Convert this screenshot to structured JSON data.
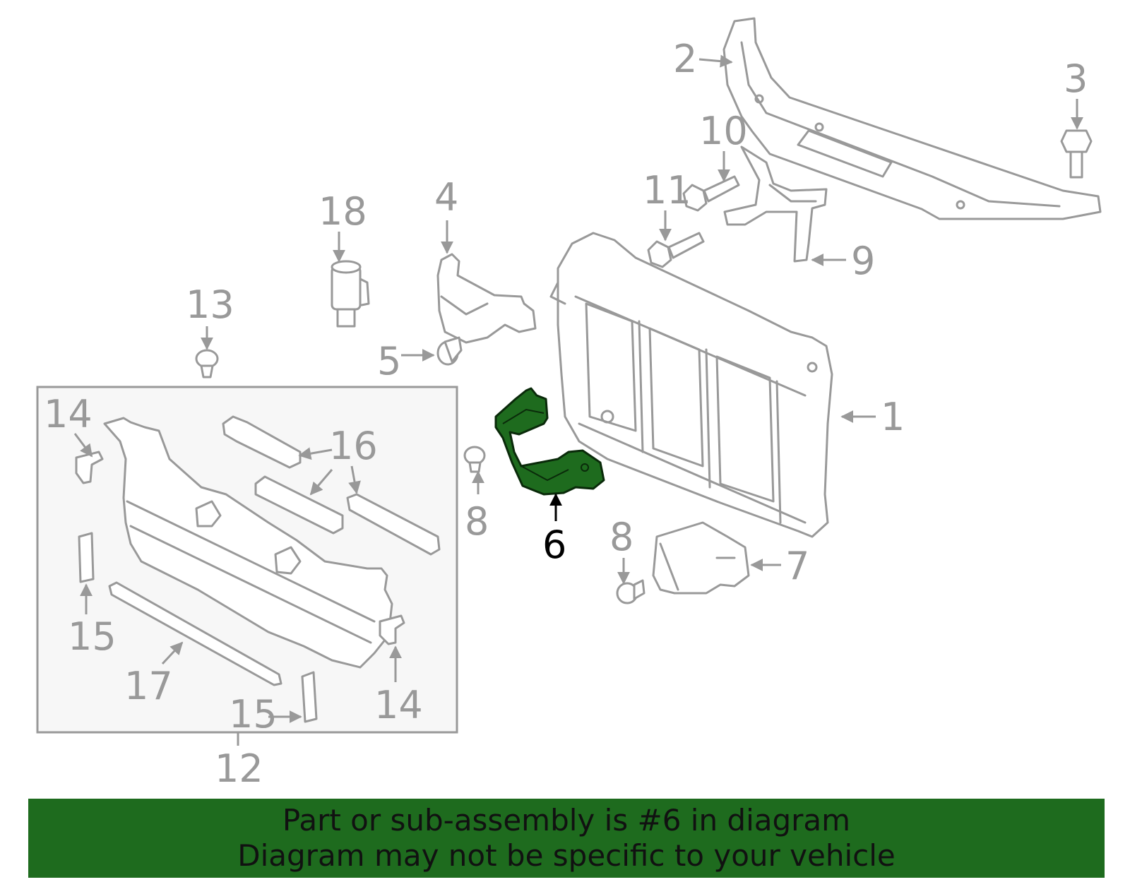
{
  "callouts": {
    "c1": "1",
    "c2": "2",
    "c3": "3",
    "c4": "4",
    "c5": "5",
    "c6": "6",
    "c7": "7",
    "c8a": "8",
    "c8b": "8",
    "c9": "9",
    "c10": "10",
    "c11": "11",
    "c12": "12",
    "c13": "13",
    "c14a": "14",
    "c14b": "14",
    "c15a": "15",
    "c15b": "15",
    "c16": "16",
    "c17": "17",
    "c18": "18"
  },
  "highlighted_part": "6",
  "colors": {
    "highlight_fill": "#1e6b1e",
    "banner_background": "#1e6b1e",
    "outline": "#999999",
    "subassembly_box_fill": "#f7f7f7"
  },
  "banner": {
    "line1": "Part or sub-assembly is #6 in diagram",
    "line2": "Diagram may not be specific to your vehicle"
  }
}
